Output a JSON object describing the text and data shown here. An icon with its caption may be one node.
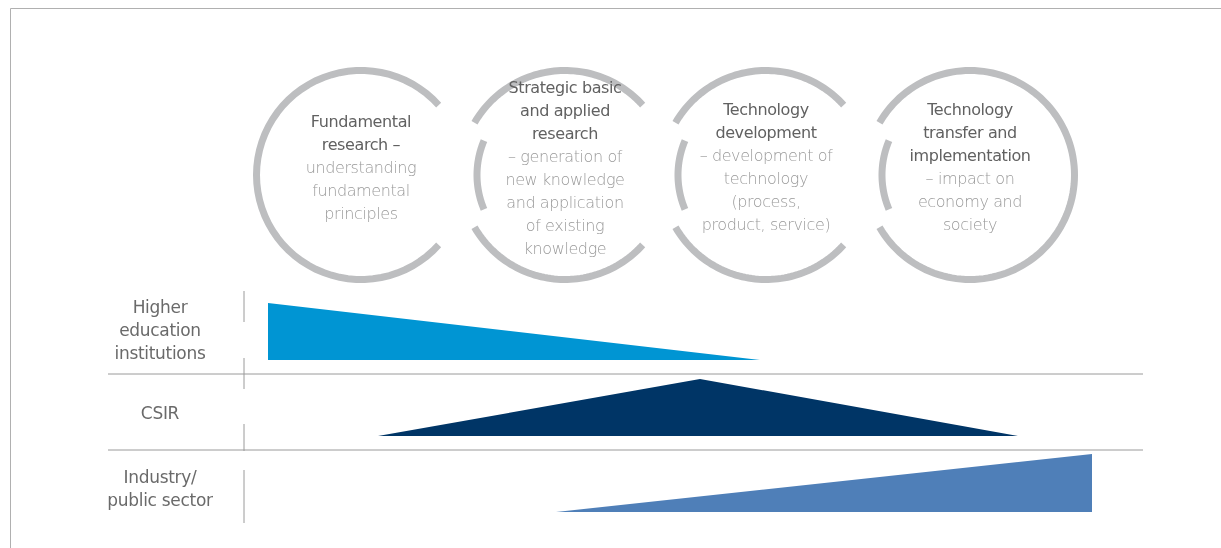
{
  "diagram": {
    "nodes": [
      {
        "text": [
          "Fundamental research –",
          "understanding fundamental principles"
        ]
      },
      {
        "text": [
          "Strategic basic and applied research",
          "– generation of new knowledge and application of existing knowledge"
        ]
      },
      {
        "text": [
          "Technology development",
          "– development of technology (process, product, service)"
        ]
      },
      {
        "text": [
          "Technology transfer and implementation",
          "– impact on economy and society"
        ]
      },
      {
        "text": [],
        "shape": "triangle"
      },
      {
        "text": [],
        "shape": "triangle"
      },
      {
        "text": [],
        "shape": "triangle"
      }
    ],
    "labels": [
      "Higher education institutions",
      "CSIR",
      "Industry/ public sector"
    ]
  }
}
